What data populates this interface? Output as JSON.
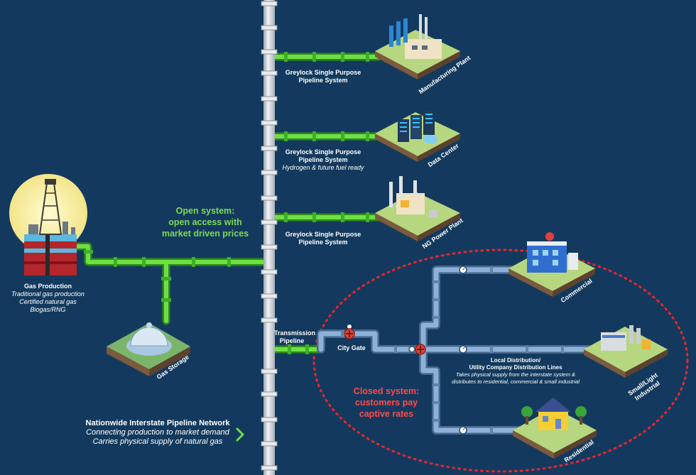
{
  "gas_production": {
    "title": "Gas Production",
    "lines": [
      "Traditional gas production",
      "Certified natural gas",
      "Biogas/RNG"
    ]
  },
  "gas_storage": {
    "label": "Gas Storage"
  },
  "open_system": {
    "lines": [
      "Open system:",
      "open access with",
      "market driven prices"
    ]
  },
  "greylock_1": {
    "lines": [
      "Greylock Single Purpose",
      "Pipeline System"
    ]
  },
  "greylock_2": {
    "lines": [
      "Greylock Single Purpose",
      "Pipeline System"
    ],
    "note": "Hydrogen & future fuel ready"
  },
  "greylock_3": {
    "lines": [
      "Greylock Single Purpose",
      "Pipeline System"
    ]
  },
  "manufacturing": {
    "label": "Manufacturing Plant"
  },
  "data_center": {
    "label": "Data Center"
  },
  "power_plant": {
    "label": "NG Power Plant"
  },
  "transmission": {
    "lines": [
      "Transmission",
      "Pipeline"
    ]
  },
  "city_gate": {
    "label": "City Gate"
  },
  "ldc": {
    "title_lines": [
      "Local Distribution/",
      "Utility Company Distribution Lines"
    ],
    "desc_lines": [
      "Takes physical supply from the interstate system &",
      "distributes to residential, commercial & small industrial"
    ]
  },
  "closed_system": {
    "lines": [
      "Closed system:",
      "customers pay",
      "captive rates"
    ]
  },
  "commercial": {
    "label": "Commercial"
  },
  "small_industrial": {
    "lines": [
      "Small/Light",
      "Industrial"
    ]
  },
  "residential": {
    "label": "Residential"
  },
  "interstate": {
    "title": "Nationwide Interstate Pipeline Network",
    "lines": [
      "Connecting production to market demand",
      "Carries physical supply of natural gas"
    ]
  },
  "colors": {
    "background": "#133a5e",
    "green_pipe": "#5ed33a",
    "blue_pipe": "#6f93bf",
    "closed_boundary": "#e8262e",
    "open_text": "#7ed957",
    "closed_text": "#ff4a4a"
  },
  "icons": [
    "oil-derrick-icon",
    "gas-storage-tank-icon",
    "manufacturing-plant-icon",
    "data-center-icon",
    "power-plant-icon",
    "commercial-building-icon",
    "industrial-plant-icon",
    "residential-house-icon",
    "valve-icon",
    "gauge-icon",
    "chevron-right-icon"
  ]
}
